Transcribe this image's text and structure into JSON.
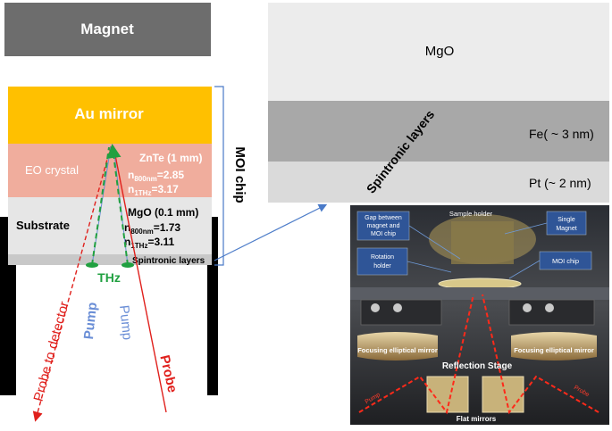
{
  "left_stack": {
    "magnet_label": "Magnet",
    "au_mirror_label": "Au mirror",
    "eo_crystal_label": "EO crystal",
    "substrate_label": "Substrate",
    "eo_crystal_props": {
      "line1": "ZnTe (1 mm)",
      "n800_prefix": "n",
      "n800_sub": "800nm",
      "n800_value": "=2.85",
      "n1thz_prefix": "n",
      "n1thz_sub": "1THz",
      "n1thz_value": "=3.17"
    },
    "substrate_props": {
      "line1": "MgO (0.1 mm)",
      "n800_prefix": "n",
      "n800_sub": "800nm",
      "n800_value": "=1.73",
      "n1thz_prefix": "n",
      "n1thz_sub": "1THz",
      "n1thz_value": "=3.11"
    },
    "spintronic_label": "Spintronic layers",
    "moi_chip_label": "MOI chip",
    "thz_label": "THz",
    "pump_left_label": "Pump",
    "pump_right_label": "Pump",
    "probe_to_detector_label": "Probe to detector",
    "probe_label": "Probe"
  },
  "layer_zoom": {
    "mgo_label": "MgO",
    "fe_label": "Fe( ~ 3 nm)",
    "pt_label": "Pt (~ 2 nm)",
    "spintronic_rotated_label": "Spintronic layers"
  },
  "photo": {
    "sample_holder": "Sample holder",
    "gap_label_1": "Gap between",
    "gap_label_2": "magnet and",
    "gap_label_3": "MOI chip",
    "single_magnet_1": "Single",
    "single_magnet_2": "Magnet",
    "rotation_holder_1": "Rotation",
    "rotation_holder_2": "holder",
    "moi_chip": "MOI chip",
    "focusing_left": "Focusing elliptical mirror",
    "focusing_right": "Focusing elliptical mirror",
    "reflection_stage": "Reflection Stage",
    "flat_mirrors": "Flat mirrors",
    "pump_small": "Pump",
    "probe_small": "Probe"
  },
  "colors": {
    "magnet": "#6d6d6d",
    "au_mirror": "#ffc000",
    "eo_crystal": "#f0ad9d",
    "substrate": "#e6e6e6",
    "spintronic": "#c8c8c8",
    "red_beam": "#e0201c",
    "blue_beam": "#6a8ed6",
    "green_thz": "#20a040",
    "mgo_layer": "#ececec",
    "fe_layer": "#a8a8a8",
    "pt_layer": "#dadada",
    "moi_bracket": "#4a7ac8"
  }
}
